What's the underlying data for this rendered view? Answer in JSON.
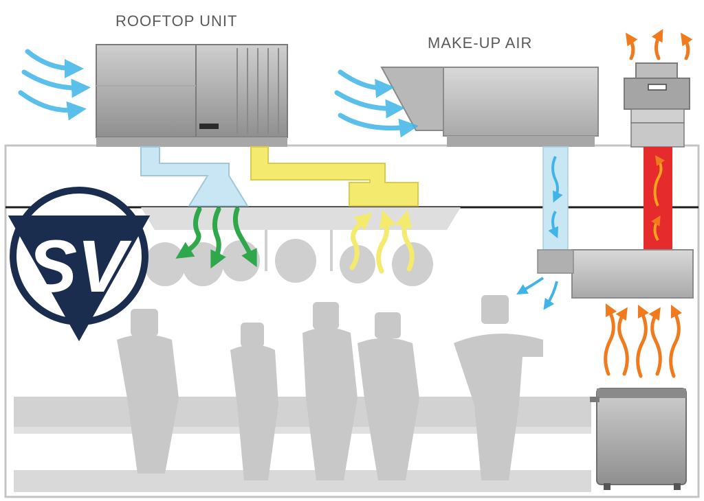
{
  "labels": {
    "rooftop_unit": "ROOFTOP UNIT",
    "make_up_air": "MAKE-UP AIR"
  },
  "logo": {
    "text": "SV"
  },
  "colors": {
    "fresh_air": "#3fb4e8",
    "supply_air": "#c9e6f5",
    "return_air": "#f3ea6e",
    "conditioned_air": "#2ea84a",
    "exhaust": "#e52b2b",
    "heat": "#f07a1e",
    "equipment": "#9a9a9a",
    "silhouette": "#c8c8c8",
    "logo_navy": "#1b2d4f"
  }
}
